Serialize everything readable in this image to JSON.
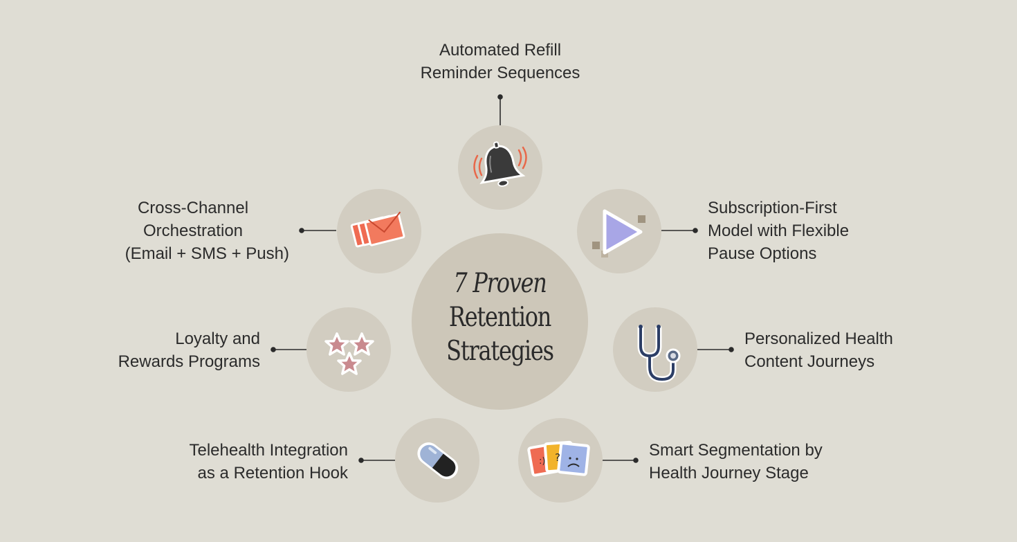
{
  "center": {
    "line1": "7 Proven",
    "line2": "Retention",
    "line3": "Strategies"
  },
  "strategies": [
    {
      "line1": "Automated Refill",
      "line2": "Reminder Sequences",
      "icon": "bell-icon",
      "accent": "#e8684a"
    },
    {
      "line1": "Subscription-First",
      "line2": "Model with Flexible",
      "line3": "Pause Options",
      "icon": "play-icon",
      "accent": "#a8a6e6"
    },
    {
      "line1": "Personalized Health",
      "line2": "Content Journeys",
      "icon": "stethoscope-icon",
      "accent": "#2c3e66"
    },
    {
      "line1": "Smart Segmentation by",
      "line2": "Health Journey Stage",
      "icon": "mood-cards-icon",
      "accent": "#f2b32a"
    },
    {
      "line1": "Telehealth Integration",
      "line2": "as a Retention Hook",
      "icon": "pill-icon",
      "accent": "#9fb3d6"
    },
    {
      "line1": "Loyalty and",
      "line2": "Rewards Programs",
      "icon": "stars-icon",
      "accent": "#c98a8f"
    },
    {
      "line1": "Cross-Channel",
      "line2": "Orchestration",
      "line3": "(Email + SMS + Push)",
      "icon": "envelopes-icon",
      "accent": "#ef6b52"
    }
  ]
}
